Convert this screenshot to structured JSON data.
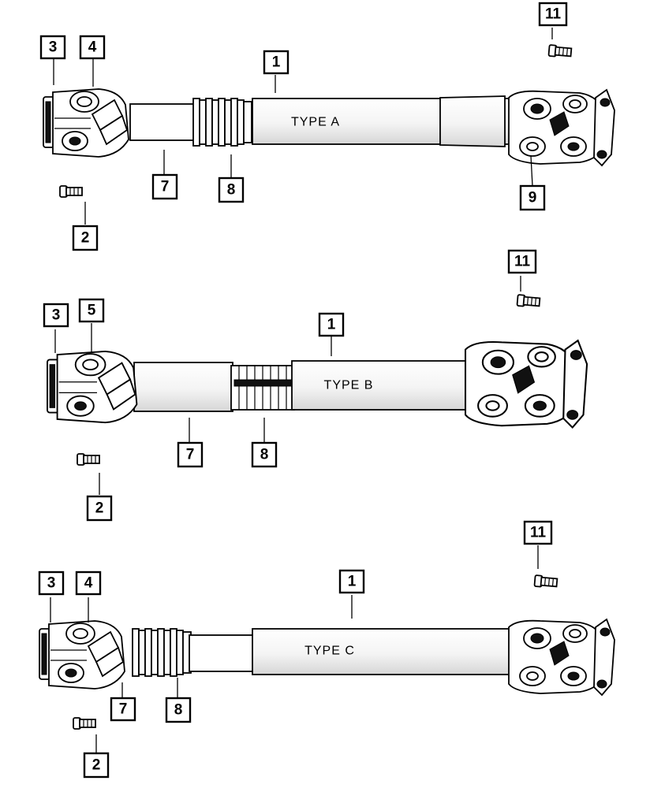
{
  "diagrams": [
    {
      "type_label": "TYPE  A",
      "callouts": [
        "3",
        "4",
        "1",
        "11",
        "7",
        "8",
        "9",
        "2"
      ]
    },
    {
      "type_label": "TYPE  B",
      "callouts": [
        "3",
        "5",
        "1",
        "11",
        "7",
        "8",
        "2"
      ]
    },
    {
      "type_label": "TYPE  C",
      "callouts": [
        "3",
        "4",
        "1",
        "11",
        "7",
        "8",
        "2"
      ]
    }
  ]
}
